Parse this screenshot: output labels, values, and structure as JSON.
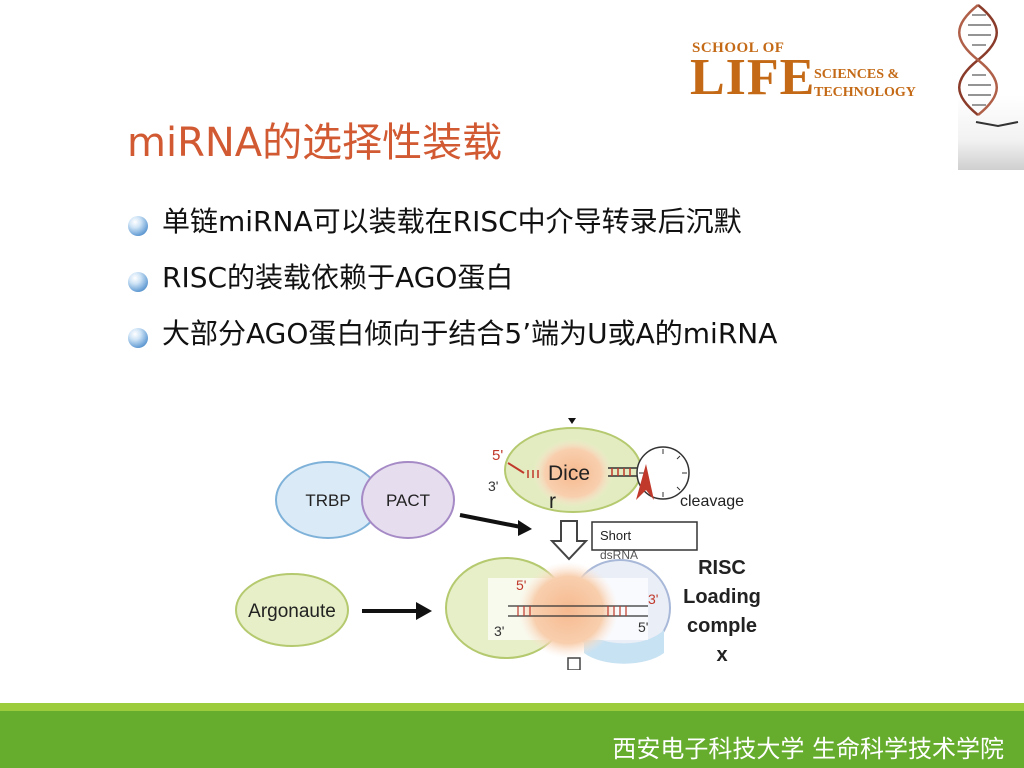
{
  "logo": {
    "school": "SCHOOL OF",
    "life": "LIFE",
    "sciences": "SCIENCES &",
    "technology": "TECHNOLOGY"
  },
  "slide": {
    "title": "miRNA的选择性装载",
    "bullets": [
      "单链miRNA可以装载在RISC中介导转录后沉默",
      "RISC的装载依赖于AGO蛋白",
      "大部分AGO蛋白倾向于结合5’端为U或A的miRNA"
    ]
  },
  "figure": {
    "trbp": "TRBP",
    "pact": "PACT",
    "argonaute": "Argonaute",
    "dicer_line1": "Dice",
    "dicer_line2": "r",
    "cleavage": "cleavage",
    "short1": "Short",
    "short2": "dsRNA",
    "risc1": "RISC",
    "risc2": "Loading",
    "risc3": "comple",
    "risc4": "x",
    "five_prime": "5'",
    "three_prime": "3'"
  },
  "footer": {
    "text": "西安电子科技大学  生命科学技术学院"
  },
  "colors": {
    "title": "#d25a33",
    "footer": "#66ad2e",
    "logo": "#c46a16"
  }
}
